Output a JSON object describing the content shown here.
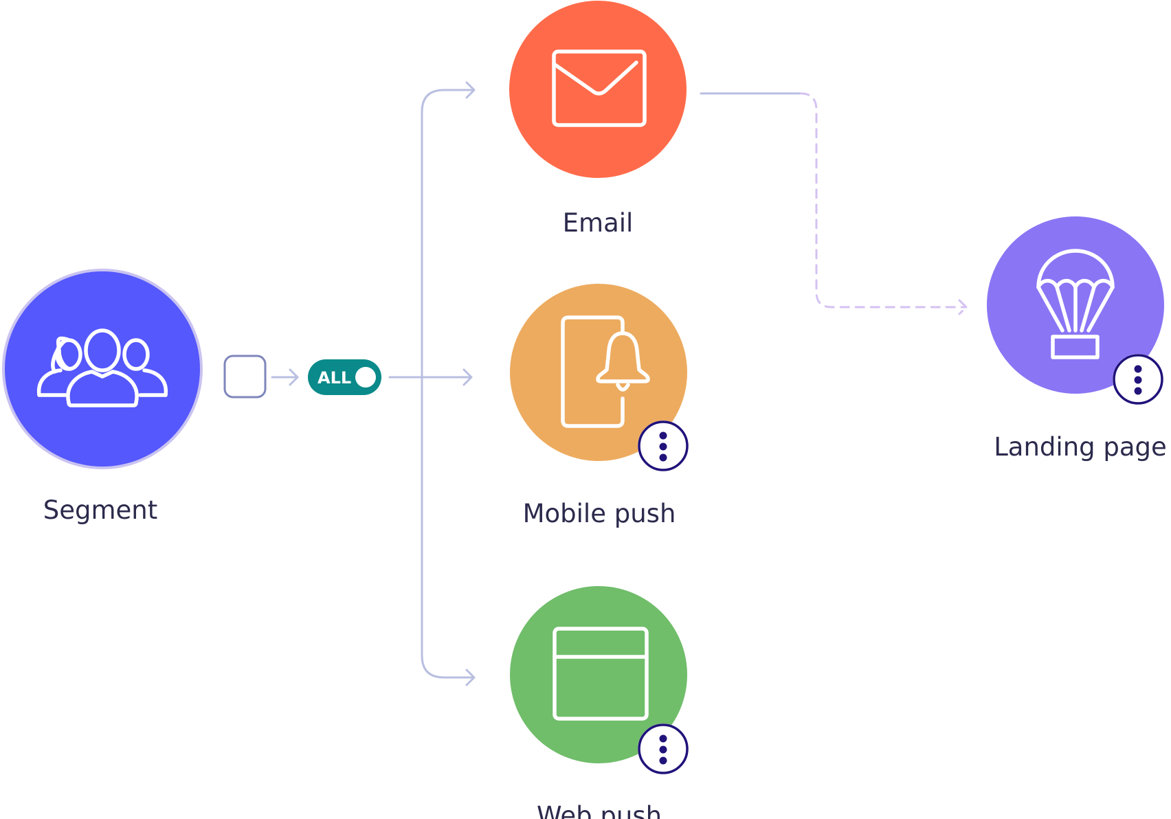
{
  "nodes": {
    "segment": {
      "label": "Segment",
      "color": "#5558fd",
      "ring_color": "#c9c3f1",
      "icon": "people-group-icon"
    },
    "email": {
      "label": "Email",
      "color": "#ff6b4a",
      "icon": "envelope-icon"
    },
    "mobile_push": {
      "label": "Mobile push",
      "color": "#edab5f",
      "icon": "phone-bell-icon"
    },
    "web_push": {
      "label": "Web push",
      "color": "#70bd6a",
      "icon": "browser-window-icon"
    },
    "landing_page": {
      "label": "Landing page",
      "color": "#8a75f5",
      "icon": "parachute-icon"
    }
  },
  "toggle": {
    "label": "ALL",
    "color": "#0a8a8a"
  },
  "menu_button": {
    "icon": "more-vertical-icon",
    "color": "#20137a"
  },
  "connector_color": "#b9bfe0",
  "dashed_connector_color": "#d4c2f2"
}
